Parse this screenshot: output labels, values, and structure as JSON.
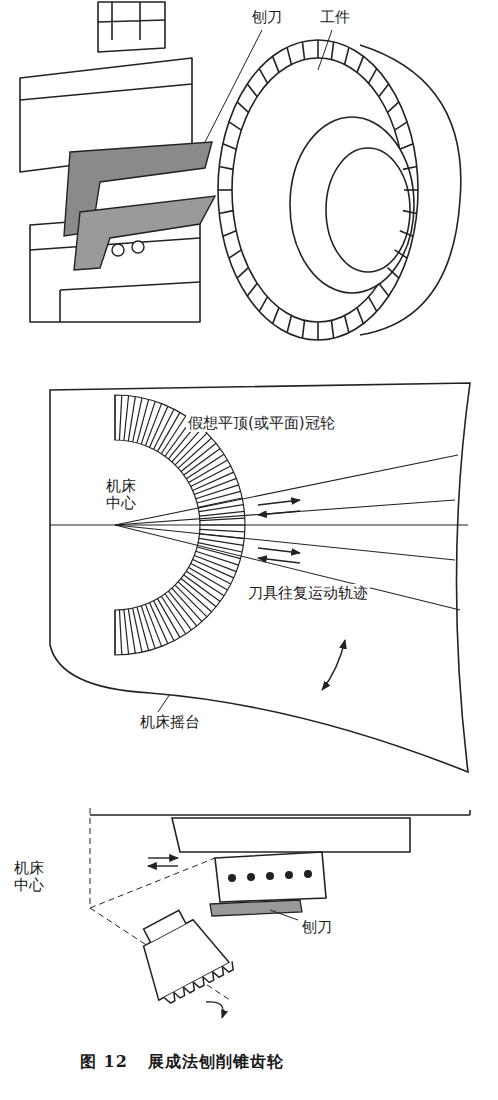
{
  "diagram": {
    "caption": "图 12   展成法刨削锥齿轮",
    "labels": [
      "刨刀",
      "工件",
      "假想平顶(或平面)冠轮",
      "机床中心",
      "刀具往复运动轨迹",
      "机床摇台",
      "机床中心",
      "刨刀"
    ]
  }
}
